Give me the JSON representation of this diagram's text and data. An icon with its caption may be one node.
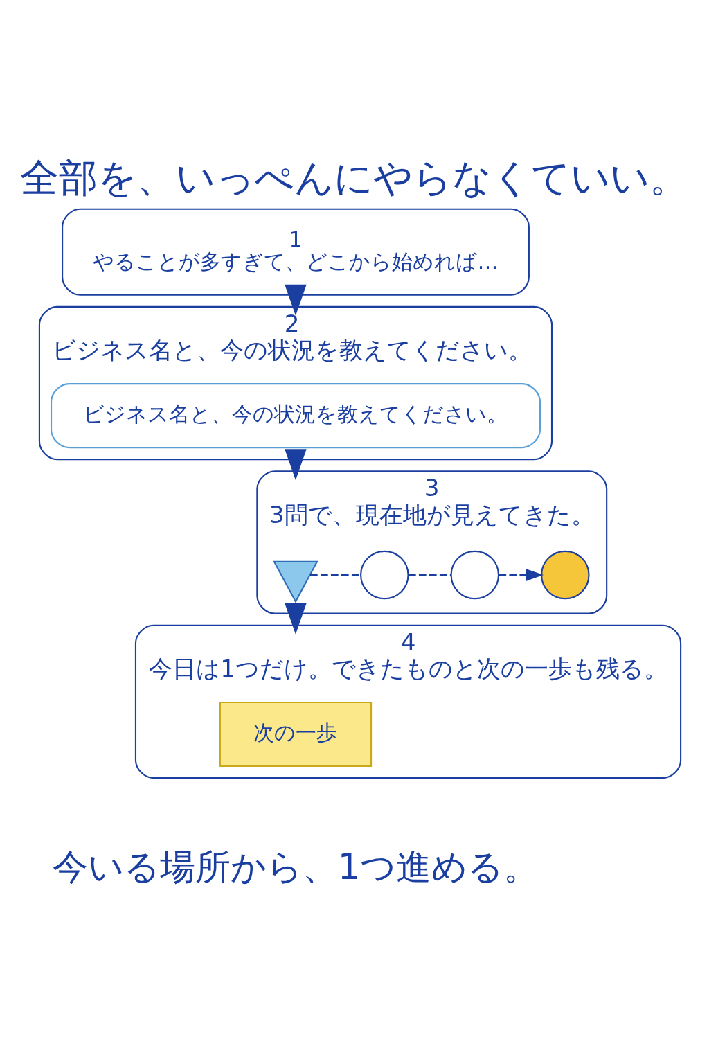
{
  "diagram": {
    "title": "全部を、いっぺんにやらなくていい。",
    "caption": "今いる場所から、1つ進める。",
    "nodes": [
      {
        "text": [
          "1",
          "やることが多すぎて、どこから始めれば…"
        ]
      },
      {
        "text": [
          "2",
          "ビジネス名と、今の状況を教えてください。"
        ]
      },
      {
        "text": [
          "ビジネス名と、今の状況を教えてください。"
        ],
        "in": 1
      },
      {
        "text": [
          "3",
          "3問で、現在地が見えてきた。"
        ]
      },
      {
        "text": [],
        "shape": "picture",
        "in": 3
      },
      {
        "text": [],
        "shape": "circle",
        "in": 3
      },
      {
        "text": [],
        "shape": "circle",
        "in": 3
      },
      {
        "text": [],
        "shape": "circle",
        "in": 3
      },
      {
        "text": [
          "4",
          "今日は1つだけ。できたものと次の一歩も残る。"
        ]
      },
      {
        "text": [
          "次の一歩"
        ],
        "in": 8
      }
    ],
    "edges": [
      {
        "from": 0,
        "to": 1,
        "arrow": "to",
        "style": "thick"
      },
      {
        "from": 1,
        "to": 3,
        "arrow": "to",
        "style": "thick"
      },
      {
        "from": 3,
        "to": 8,
        "arrow": "to",
        "style": "thick"
      },
      {
        "from": 4,
        "to": 5,
        "arrow": "none",
        "style": "dashed"
      },
      {
        "from": 5,
        "to": 6,
        "arrow": "none",
        "style": "dashed"
      },
      {
        "from": 6,
        "to": 7,
        "arrow": "to",
        "style": "dashed"
      }
    ]
  }
}
